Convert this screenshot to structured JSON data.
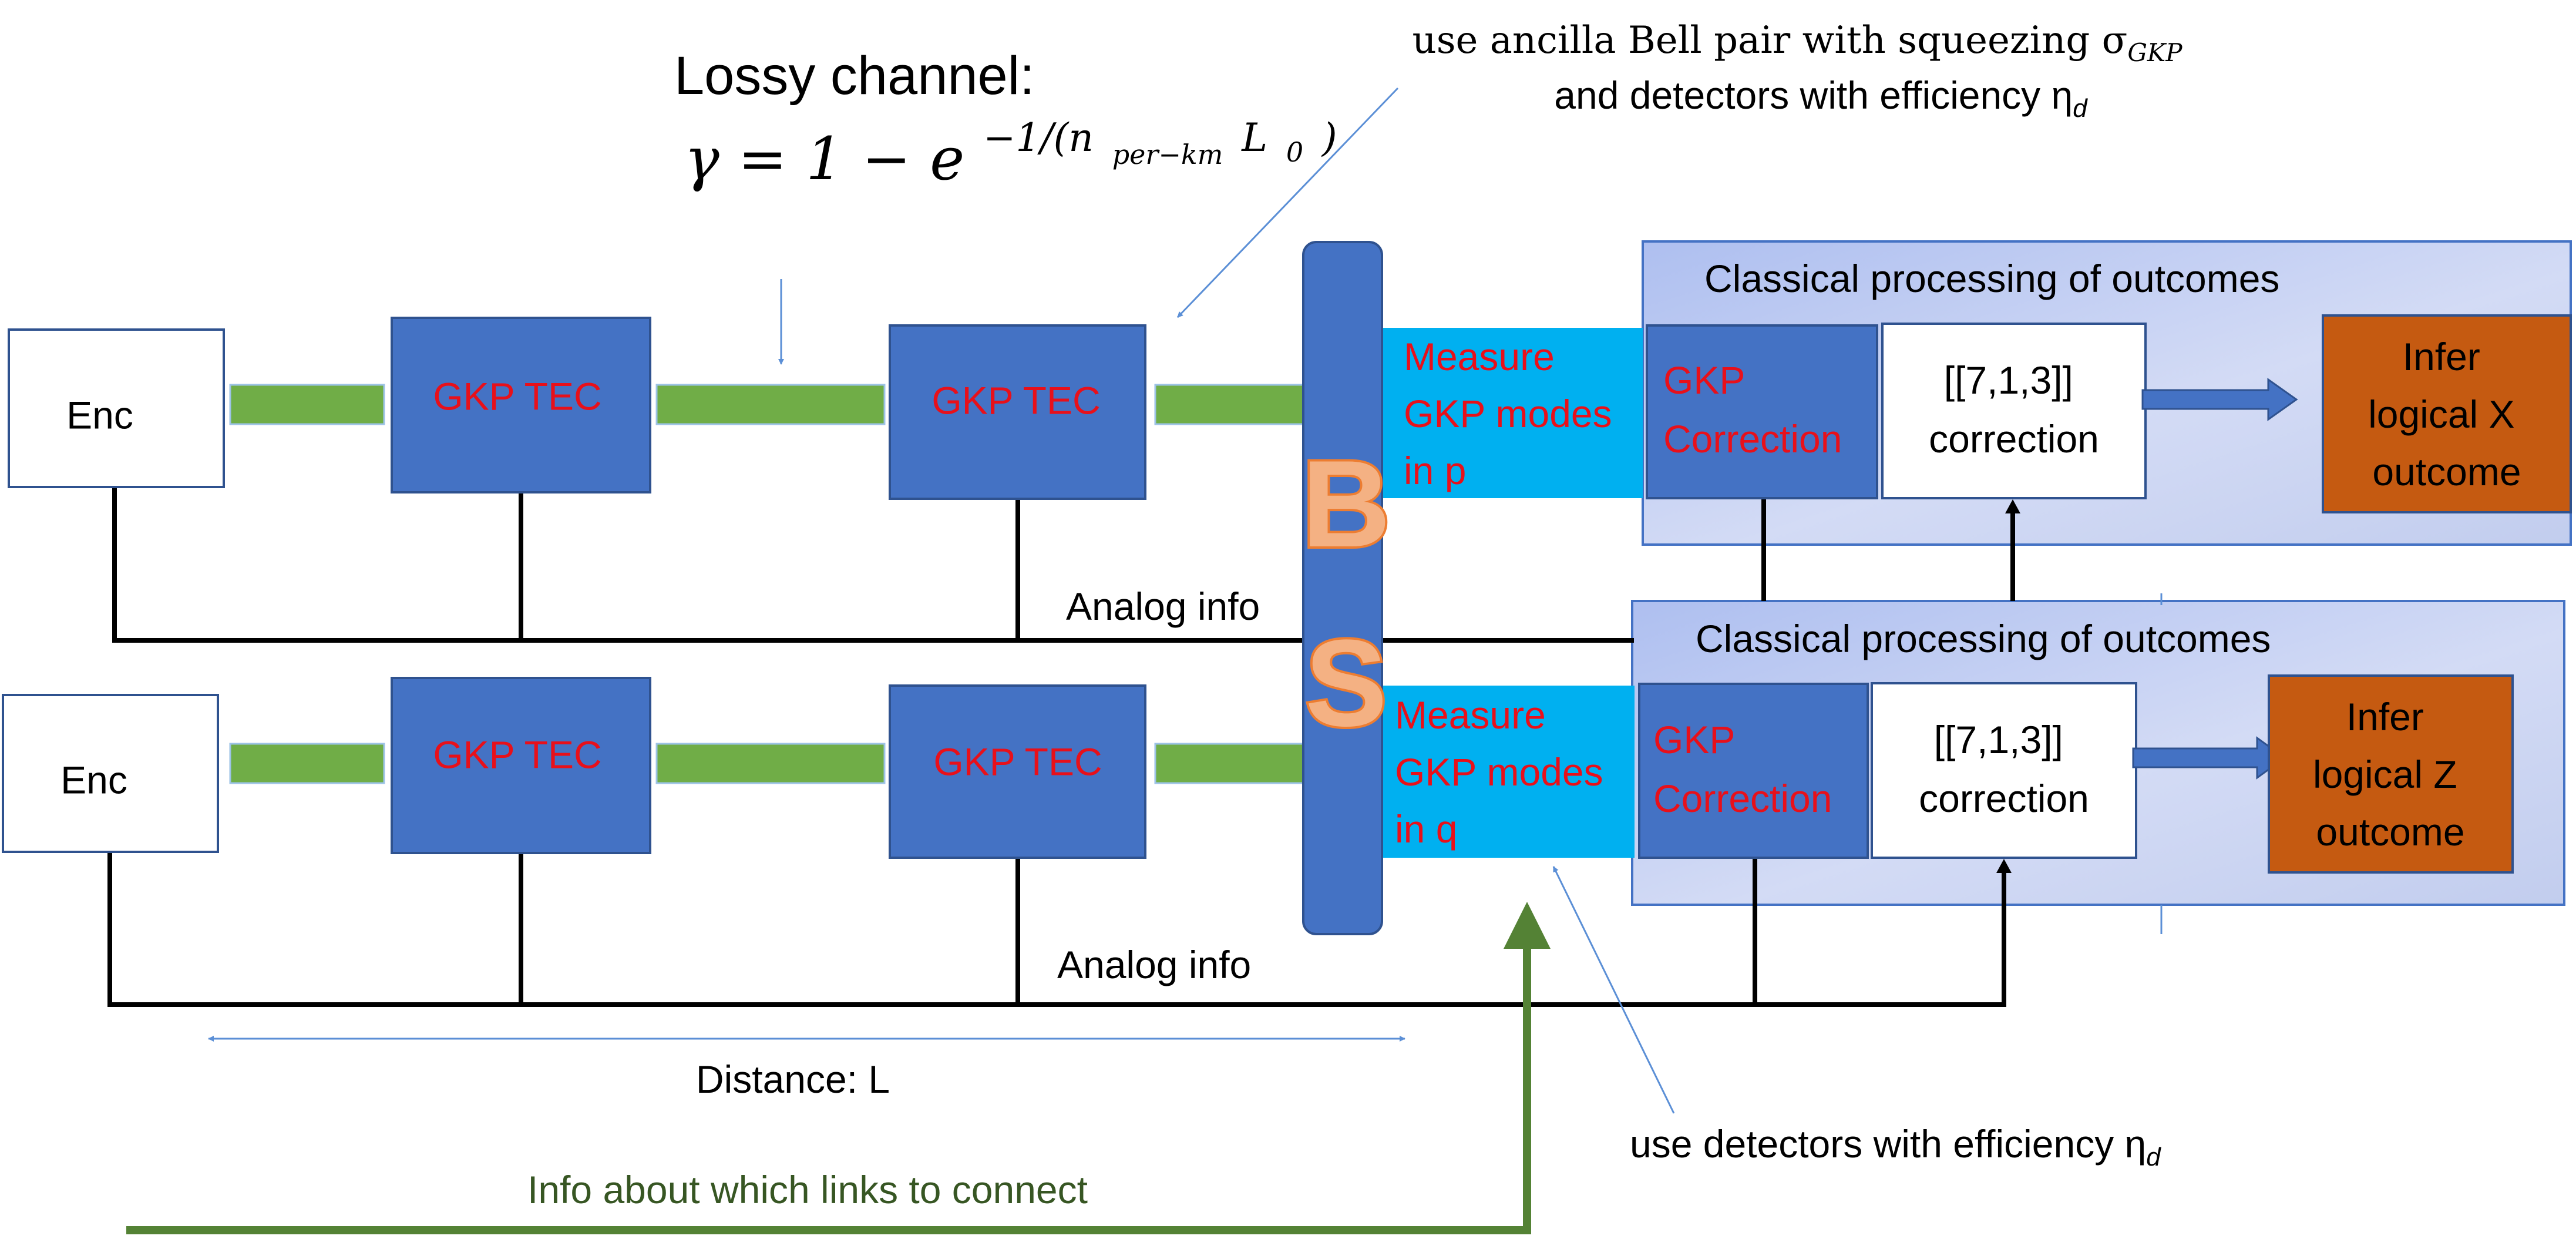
{
  "channel": {
    "title": "Lossy channel:",
    "formula_lhs": "γ = 1 − e",
    "formula_exp": "−1/(n",
    "formula_sub1": "per−km",
    "formula_mid": "L",
    "formula_sub2": "0",
    "formula_end": ")"
  },
  "ancilla_note": {
    "line1": "use ancilla Bell pair with squeezing σ",
    "line1_sub": "GKP",
    "line2": "and detectors with efficiency η",
    "line2_sub": "d"
  },
  "detector_note": {
    "text": "use detectors with efficiency η",
    "sub": "d"
  },
  "top_row": {
    "enc": "Enc",
    "tec1": "GKP TEC",
    "tec2": "GKP TEC",
    "measure": [
      "Measure",
      "GKP modes",
      "in p"
    ],
    "analog_info": "Analog info",
    "processing_title": "Classical processing of outcomes",
    "gkp_correction": [
      "GKP",
      "Correction"
    ],
    "code_correction": [
      "[[7,1,3]]",
      "correction"
    ],
    "infer": [
      "Infer",
      "logical X",
      "outcome"
    ]
  },
  "bottom_row": {
    "enc": "Enc",
    "tec1": "GKP TEC",
    "tec2": "GKP TEC",
    "measure": [
      "Measure",
      "GKP modes",
      "in q"
    ],
    "analog_info": "Analog info",
    "processing_title": "Classical processing of outcomes",
    "gkp_correction": [
      "GKP",
      "Correction"
    ],
    "code_correction": [
      "[[7,1,3]]",
      "correction"
    ],
    "infer": [
      "Infer",
      "logical Z",
      "outcome"
    ]
  },
  "bs_letters": [
    "B",
    "S"
  ],
  "distance_label": "Distance: L",
  "links_info": "Info about which links to connect",
  "colors": {
    "block_blue": "#4472c4",
    "block_border": "#2f528f",
    "measure_cyan": "#00b0f0",
    "link_green": "#70ad47",
    "dark_green": "#548235",
    "infer_orange": "#c55a11",
    "panel_fill": "#c9d3f2",
    "red_text": "#e8101a",
    "bs_letter_fill": "#f4b183",
    "bs_letter_stroke": "#ed7d31",
    "thin_arrow": "#5b8fd6"
  }
}
